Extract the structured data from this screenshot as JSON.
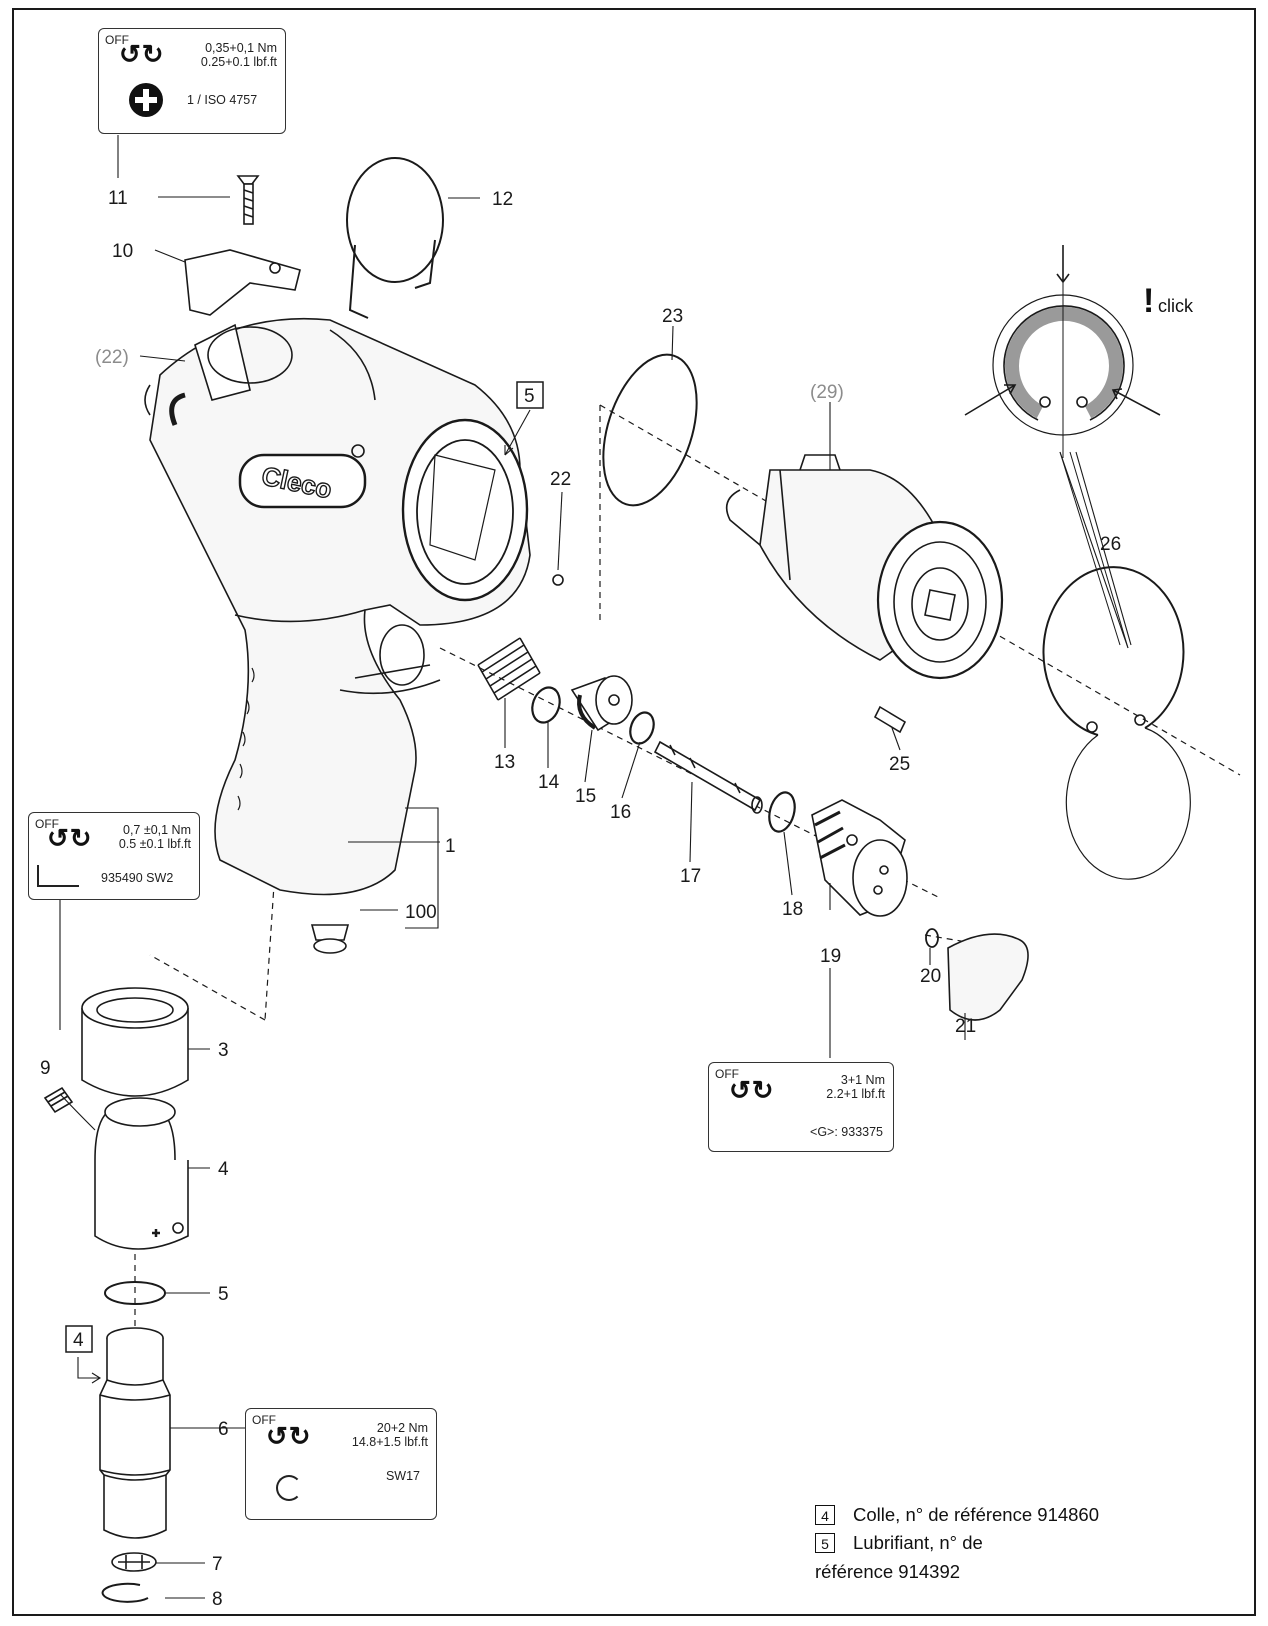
{
  "callouts": {
    "n1": "1",
    "n3": "3",
    "n4": "4",
    "n5": "5",
    "n6": "6",
    "n7": "7",
    "n8": "8",
    "n9": "9",
    "n10": "10",
    "n11": "11",
    "n12": "12",
    "n13": "13",
    "n14": "14",
    "n15": "15",
    "n16": "16",
    "n17": "17",
    "n18": "18",
    "n19": "19",
    "n20": "20",
    "n21": "21",
    "n22": "22",
    "n22b": "(22)",
    "n23": "23",
    "n25": "25",
    "n26": "26",
    "n29": "(29)",
    "n100": "100"
  },
  "boxed_marks": {
    "mark5": "5",
    "mark4": "4"
  },
  "brand": "Cleco",
  "click_note": "click",
  "torque_boxes": {
    "b11": {
      "off": "OFF",
      "nm": "0,35+0,1 Nm",
      "lbf": "0.25+0.1 lbf.ft",
      "tool": "1 / ISO 4757",
      "tool_icon": "phillips-bit-icon"
    },
    "b9": {
      "off": "OFF",
      "nm": "0,7 ±0,1 Nm",
      "lbf": "0.5 ±0.1 lbf.ft",
      "tool": "935490 SW2",
      "tool_icon": "hex-key-icon"
    },
    "b19": {
      "off": "OFF",
      "nm": "3+1 Nm",
      "lbf": "2.2+1 lbf.ft",
      "tool": "<G>: 933375"
    },
    "b6": {
      "off": "OFF",
      "nm": "20+2 Nm",
      "lbf": "14.8+1.5 lbf.ft",
      "tool": "SW17",
      "tool_icon": "open-wrench-icon"
    }
  },
  "legend": {
    "row1_key": "4",
    "row1_text": "Colle, n° de référence 914860",
    "row2_key": "5",
    "row2_text": "Lubrifiant, n° de",
    "row3_text": "référence 914392"
  },
  "colors": {
    "line": "#1a1a1a",
    "part_fill": "#f7f7f7",
    "gray_text": "#8c8c8c",
    "ring_gray": "#9a9a9a"
  }
}
